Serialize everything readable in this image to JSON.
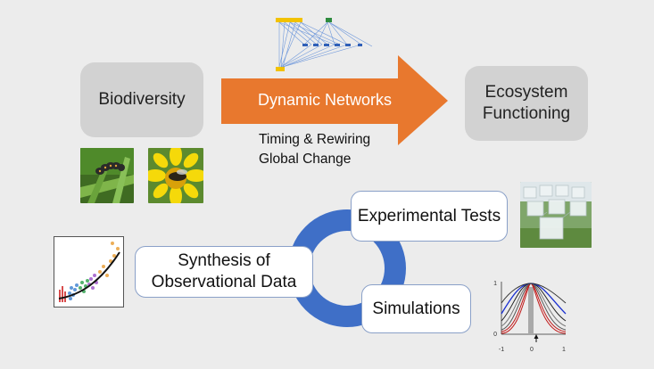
{
  "nodes": {
    "biodiversity": "Biodiversity",
    "dynamic_networks": "Dynamic Networks",
    "ecosystem_line1": "Ecosystem",
    "ecosystem_line2": "Functioning",
    "timing_rewiring": "Timing & Rewiring",
    "global_change": "Global Change",
    "experimental_tests": "Experimental Tests",
    "synthesis_line1": "Synthesis of",
    "synthesis_line2": "Observational Data",
    "simulations": "Simulations"
  },
  "colors": {
    "background": "#ececec",
    "gray_box": "#d2d2d2",
    "arrow": "#e8782e",
    "cycle_ring": "#3f6fc7",
    "box_border": "#8aa0c8"
  },
  "icons": {
    "network": "network-icon",
    "caterpillar_photo": "caterpillar-photo",
    "bee_flower_photo": "bee-flower-photo",
    "cages_photo": "cages-photo",
    "scatter_plot": "scatter-plot",
    "curves_plot": "curves-plot"
  },
  "curves_plot": {
    "x_ticks": [
      "-1",
      "0",
      "1"
    ],
    "y_ticks": [
      "1",
      "0"
    ]
  }
}
